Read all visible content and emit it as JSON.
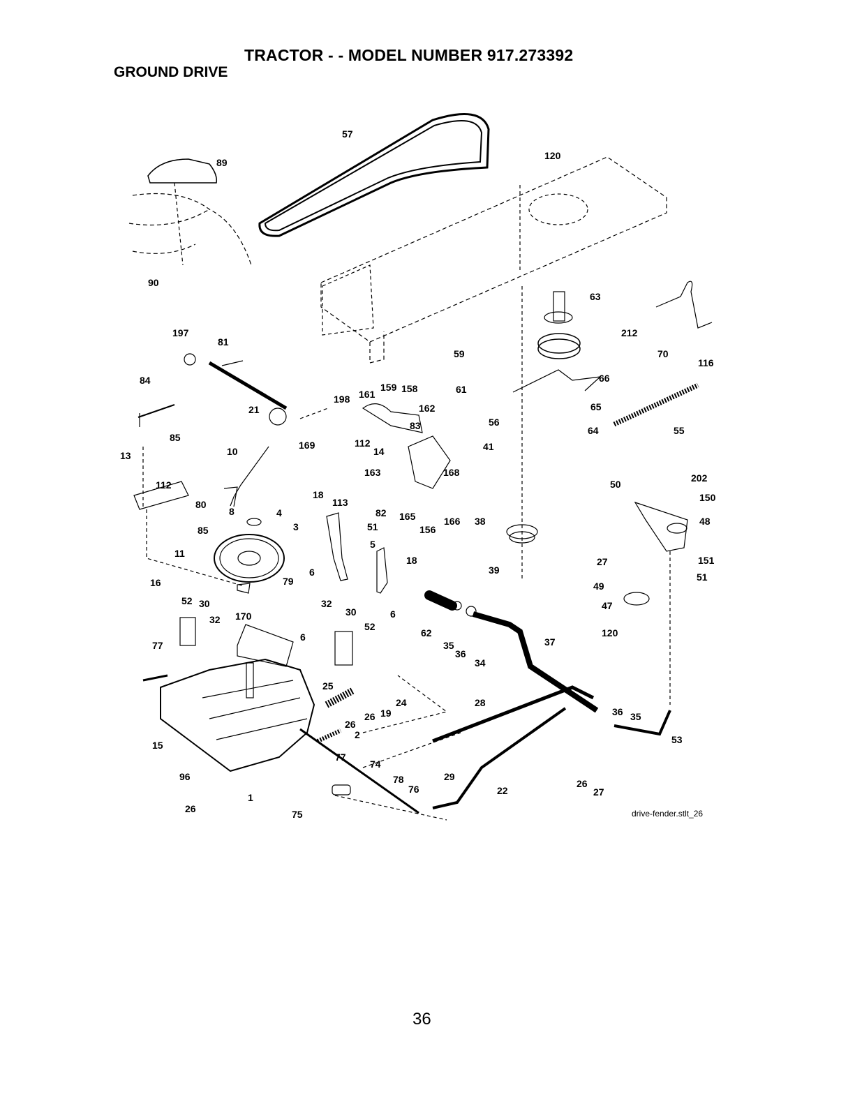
{
  "header": {
    "title": "TRACTOR - - MODEL NUMBER  917.273392",
    "section": "GROUND DRIVE"
  },
  "figure": {
    "file_ref": "drive-fender.stlt_26",
    "callouts": [
      "57",
      "120",
      "89",
      "90",
      "63",
      "212",
      "70",
      "116",
      "197",
      "81",
      "84",
      "159",
      "161",
      "158",
      "198",
      "162",
      "66",
      "59",
      "61",
      "56",
      "65",
      "64",
      "55",
      "21",
      "85",
      "169",
      "10",
      "112",
      "14",
      "83",
      "13",
      "163",
      "168",
      "41",
      "112",
      "80",
      "8",
      "4",
      "18",
      "113",
      "82",
      "165",
      "166",
      "156",
      "50",
      "202",
      "150",
      "48",
      "85",
      "3",
      "51",
      "5",
      "38",
      "11",
      "18",
      "27",
      "151",
      "51",
      "39",
      "49",
      "16",
      "79",
      "6",
      "6",
      "52",
      "30",
      "32",
      "170",
      "32",
      "30",
      "52",
      "47",
      "120",
      "62",
      "35",
      "36",
      "34",
      "37",
      "77",
      "6",
      "25",
      "24",
      "26",
      "19",
      "28",
      "26",
      "2",
      "77",
      "36",
      "35",
      "53",
      "15",
      "74",
      "29",
      "96",
      "78",
      "76",
      "22",
      "26",
      "27",
      "1",
      "26",
      "75"
    ]
  },
  "footer": {
    "page_number": "36"
  }
}
